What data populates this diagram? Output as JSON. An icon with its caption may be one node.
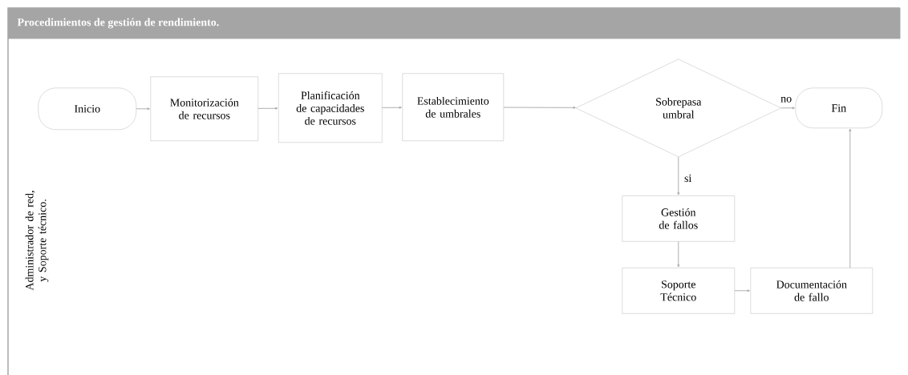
{
  "diagram": {
    "nodes": [
      {
        "text": [
          "Procedimientos de gestión de rendimiento.",
          "Administrador de red, y Soporte técnico."
        ]
      },
      {
        "text": [
          "Inicio"
        ],
        "in": 0
      },
      {
        "text": [
          "Monitorización de recursos"
        ],
        "in": 0
      },
      {
        "text": [
          "Planificación de capacidades de recursos"
        ],
        "in": 0
      },
      {
        "text": [
          "Establecimiento de umbrales"
        ],
        "in": 0
      },
      {
        "text": [
          "Sobrepasa umbral"
        ],
        "in": 0
      },
      {
        "text": [
          "Fin"
        ],
        "in": 0
      },
      {
        "text": [
          "Gestión de fallos"
        ],
        "in": 0
      },
      {
        "text": [
          "Soporte Técnico"
        ],
        "in": 0
      },
      {
        "text": [
          "Documentación de fallo"
        ],
        "in": 0
      }
    ],
    "edges": [
      {
        "from": 1,
        "to": 2,
        "arrow": "to"
      },
      {
        "from": 2,
        "to": 3,
        "arrow": "to"
      },
      {
        "from": 3,
        "to": 4,
        "arrow": "to"
      },
      {
        "from": 4,
        "to": 5,
        "arrow": "to"
      },
      {
        "from": 5,
        "to": 6,
        "arrow": "to",
        "label": "no"
      },
      {
        "from": 5,
        "to": 7,
        "arrow": "to",
        "label": "si"
      },
      {
        "from": 7,
        "to": 8,
        "arrow": "to"
      },
      {
        "from": 8,
        "to": 9,
        "arrow": "to"
      },
      {
        "from": 9,
        "to": 6,
        "arrow": "to"
      }
    ]
  }
}
